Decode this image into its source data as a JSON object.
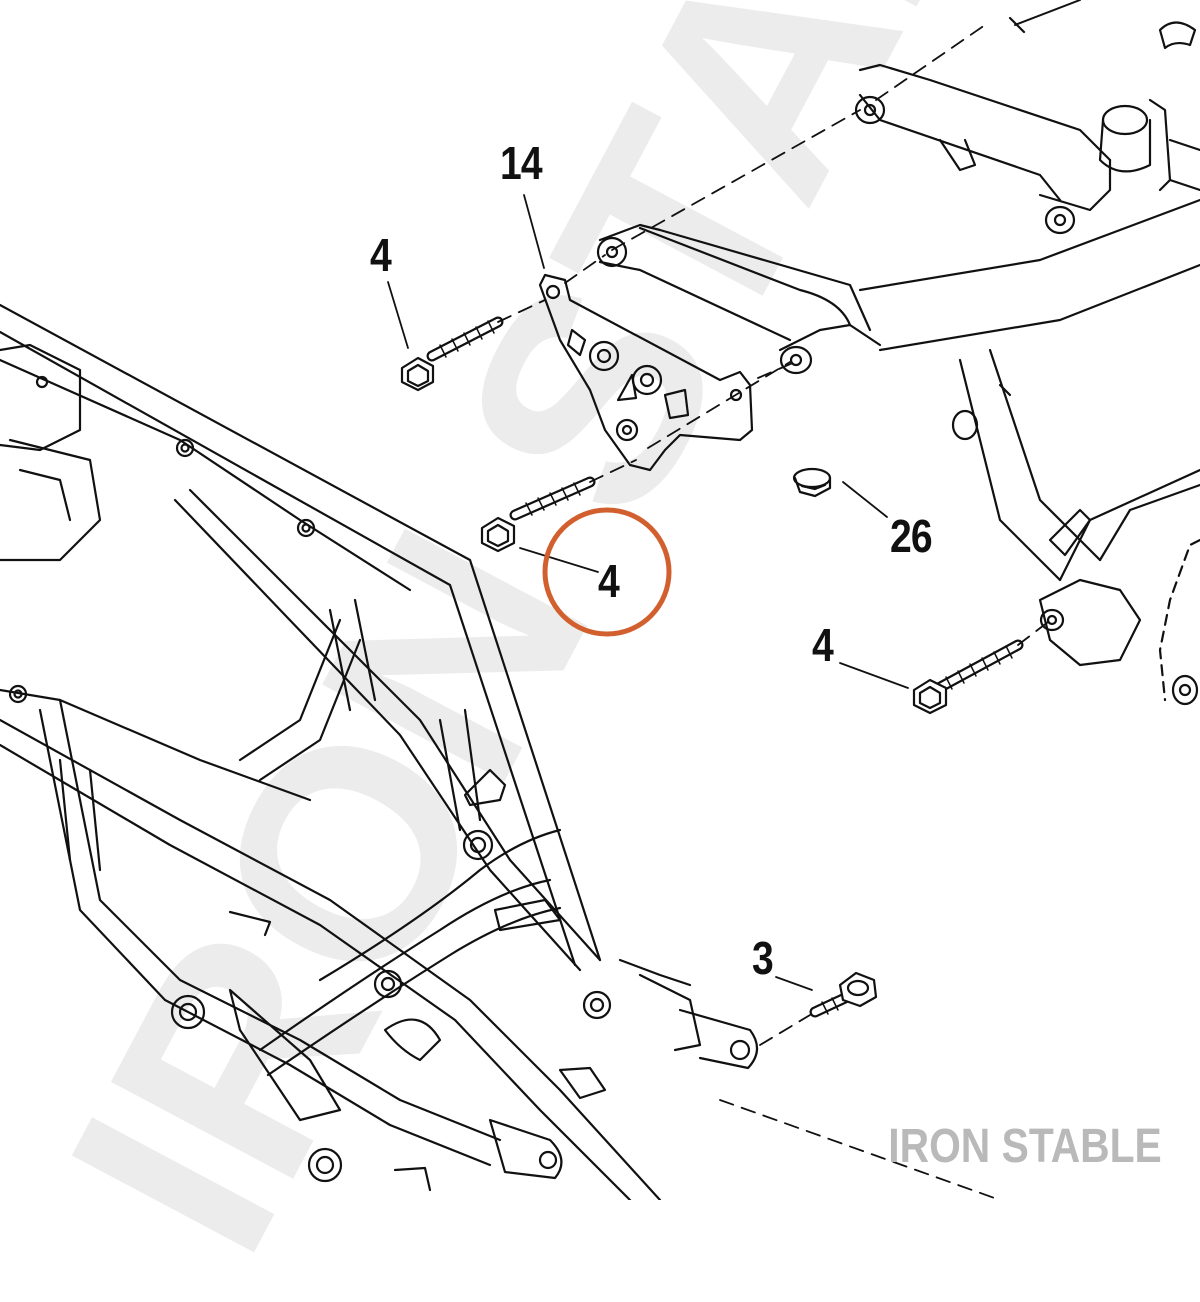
{
  "diagram": {
    "callouts": {
      "c14": "14",
      "c4_top": "4",
      "c4_circled": "4",
      "c26": "26",
      "c4_right": "4",
      "c3": "3"
    },
    "watermark": "IRON STABLE",
    "brand": "IRON STABLE",
    "highlight_color": "#d2602e"
  }
}
